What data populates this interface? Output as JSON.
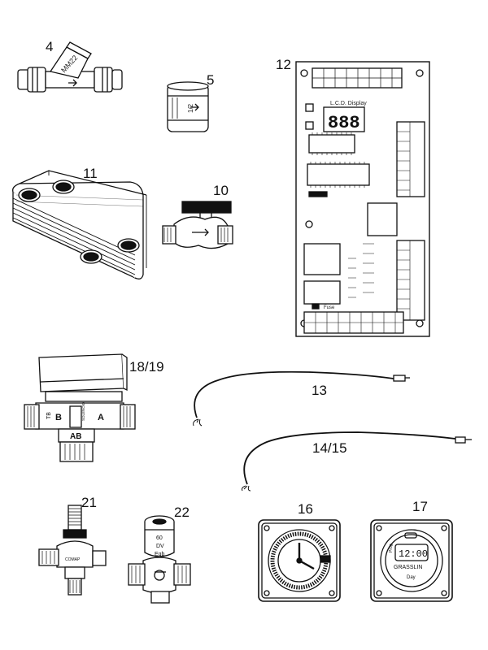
{
  "callouts": {
    "c4": "4",
    "c5": "5",
    "c10": "10",
    "c11": "11",
    "c12": "12",
    "c13": "13",
    "c1415": "14/15",
    "c16": "16",
    "c17": "17",
    "c1819": "18/19",
    "c21": "21",
    "c22": "22"
  },
  "parts": {
    "strainer_marking": "MM22",
    "check_valve_marking": "1/2",
    "pcb_display_label": "L.C.D. Display",
    "pcb_display_digits": "888",
    "pcb_fuse_label": "Fuse",
    "valve_port_a": "A",
    "valve_port_b": "B",
    "valve_port_ab": "AB",
    "valve_side_mark": "TB",
    "valve_brand": "SOLENOID",
    "relief_valve_brand": "COMAP",
    "thermo_valve_marks": [
      "60",
      "DV",
      "Egb"
    ],
    "timer17_display": "12:00",
    "timer17_brand": "GRASSLIN",
    "timer17_day": "Day",
    "timer17_prog": "Prog"
  }
}
